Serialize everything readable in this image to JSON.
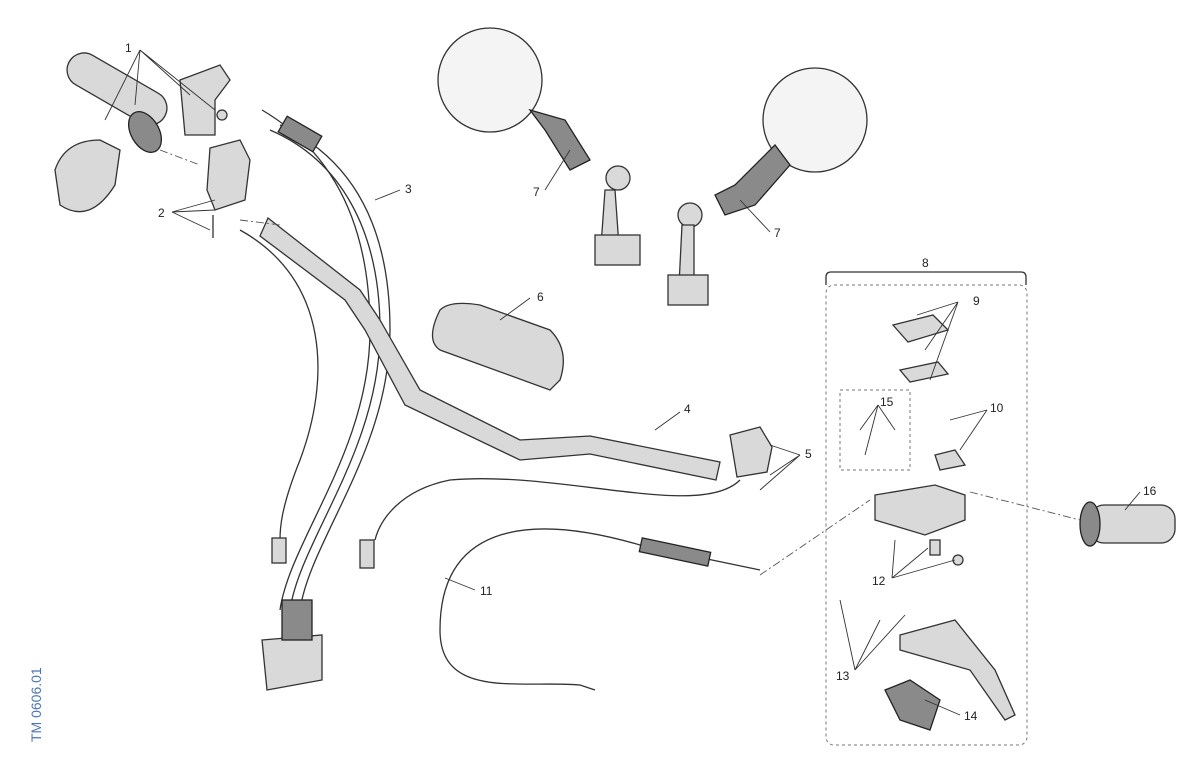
{
  "diagram": {
    "reference_code": "TM 0606.01",
    "callouts": [
      "1",
      "2",
      "3",
      "4",
      "5",
      "6",
      "7",
      "7",
      "8",
      "9",
      "10",
      "11",
      "12",
      "13",
      "14",
      "15",
      "16"
    ]
  }
}
